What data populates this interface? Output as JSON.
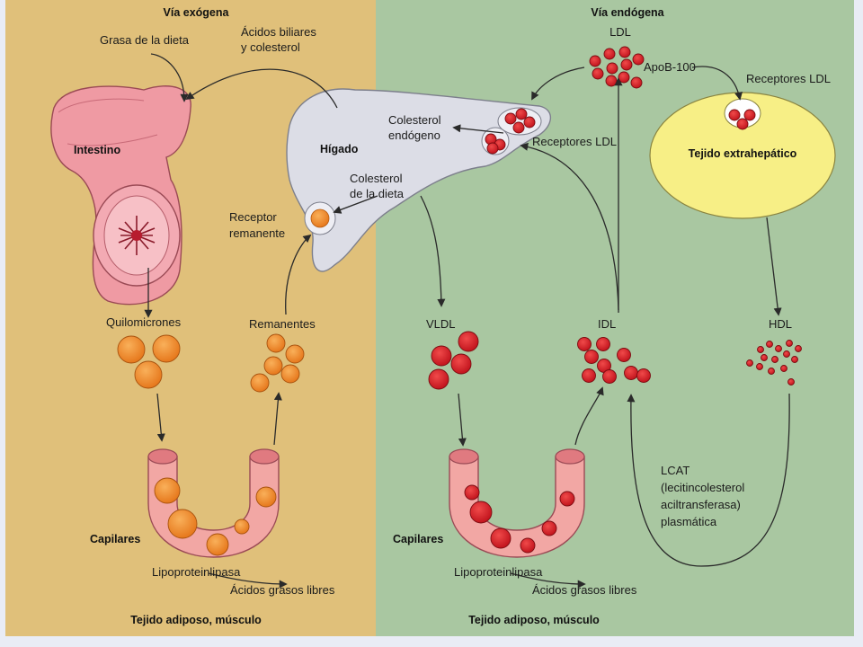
{
  "exogenous": {
    "title": "Vía exógena",
    "dietary_fat": "Grasa de la dieta",
    "bile_acids_1": "Ácidos biliares",
    "bile_acids_2": "y colesterol",
    "intestine": "Intestino",
    "liver": "Hígado",
    "endogenous_chol_1": "Colesterol",
    "endogenous_chol_2": "endógeno",
    "dietary_chol_1": "Colesterol",
    "dietary_chol_2": "de la dieta",
    "remnant_receptor_1": "Receptor",
    "remnant_receptor_2": "remanente",
    "chylomicrons": "Quilomicrones",
    "remnants": "Remanentes",
    "capillaries": "Capilares",
    "lpl": "Lipoproteinlipasa",
    "ffa": "Ácidos grasos libres",
    "tissue": "Tejido adiposo, músculo"
  },
  "endogenous": {
    "title": "Vía endógena",
    "ldl": "LDL",
    "apob": "ApoB-100",
    "ldl_receptors_liver": "Receptores LDL",
    "ldl_receptors_tissue": "Receptores LDL",
    "extrahepatic": "Tejido extrahepático",
    "vldl": "VLDL",
    "idl": "IDL",
    "hdl": "HDL",
    "lcat_1": "LCAT",
    "lcat_2": "(lecitincolesterol",
    "lcat_3": "aciltransferasa)",
    "lcat_4": "plasmática",
    "capillaries": "Capilares",
    "lpl": "Lipoproteinlipasa",
    "ffa": "Ácidos grasos libres",
    "tissue": "Tejido adiposo, músculo"
  },
  "colors": {
    "left_panel": "#e0c07a",
    "right_panel": "#a9c7a1",
    "liver": "#dcdde6",
    "tissue": "#f7ef86",
    "vessel": "#f2a7a4",
    "orange_particle": "#ef8a2a",
    "red_particle": "#d5202a"
  }
}
